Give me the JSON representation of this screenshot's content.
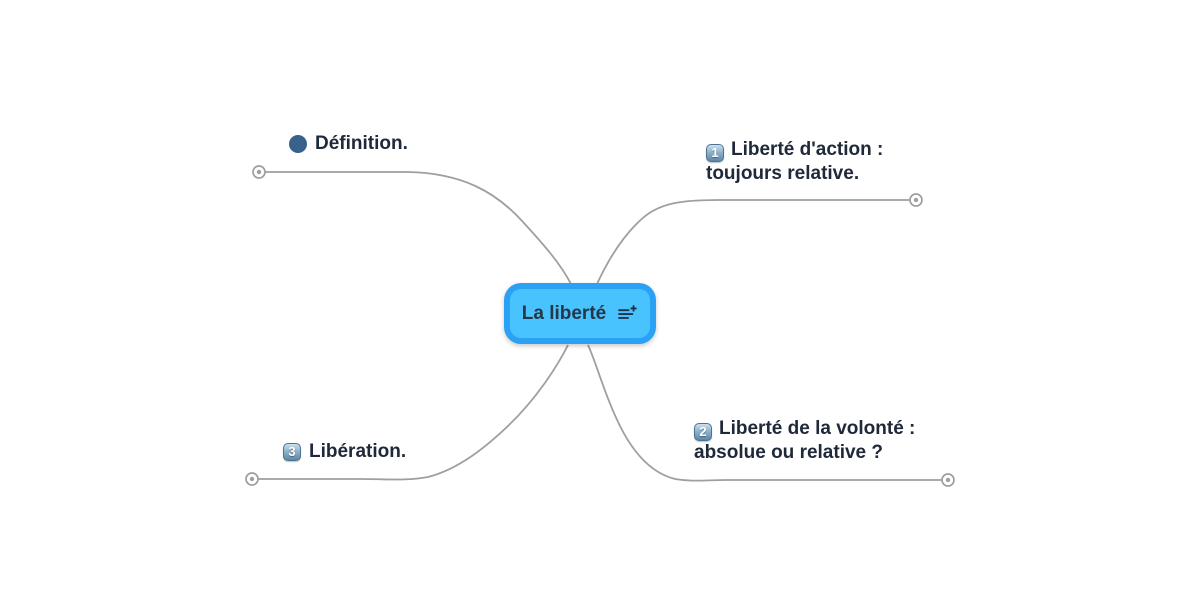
{
  "app": {
    "background_color": "#ffffff",
    "connector_color": "#9f9f9f"
  },
  "root_node": {
    "label": "La liberté",
    "border_color": "#2ba1f6",
    "fill_color": "#49c3fd",
    "text_color": "#253648",
    "icon": "add-notes-icon"
  },
  "branches": {
    "definition": {
      "label": "Définition.",
      "icon": "filled-circle-icon",
      "icon_color": "#38618c",
      "position": "top-left"
    },
    "action": {
      "badge": "1",
      "label": "Liberté d'action : toujours relative.",
      "position": "top-right"
    },
    "volonte": {
      "badge": "2",
      "label": "Liberté de la volonté : absolue ou relative ?",
      "position": "bottom-right"
    },
    "liberation": {
      "badge": "3",
      "label": "Libération.",
      "position": "bottom-left"
    }
  }
}
